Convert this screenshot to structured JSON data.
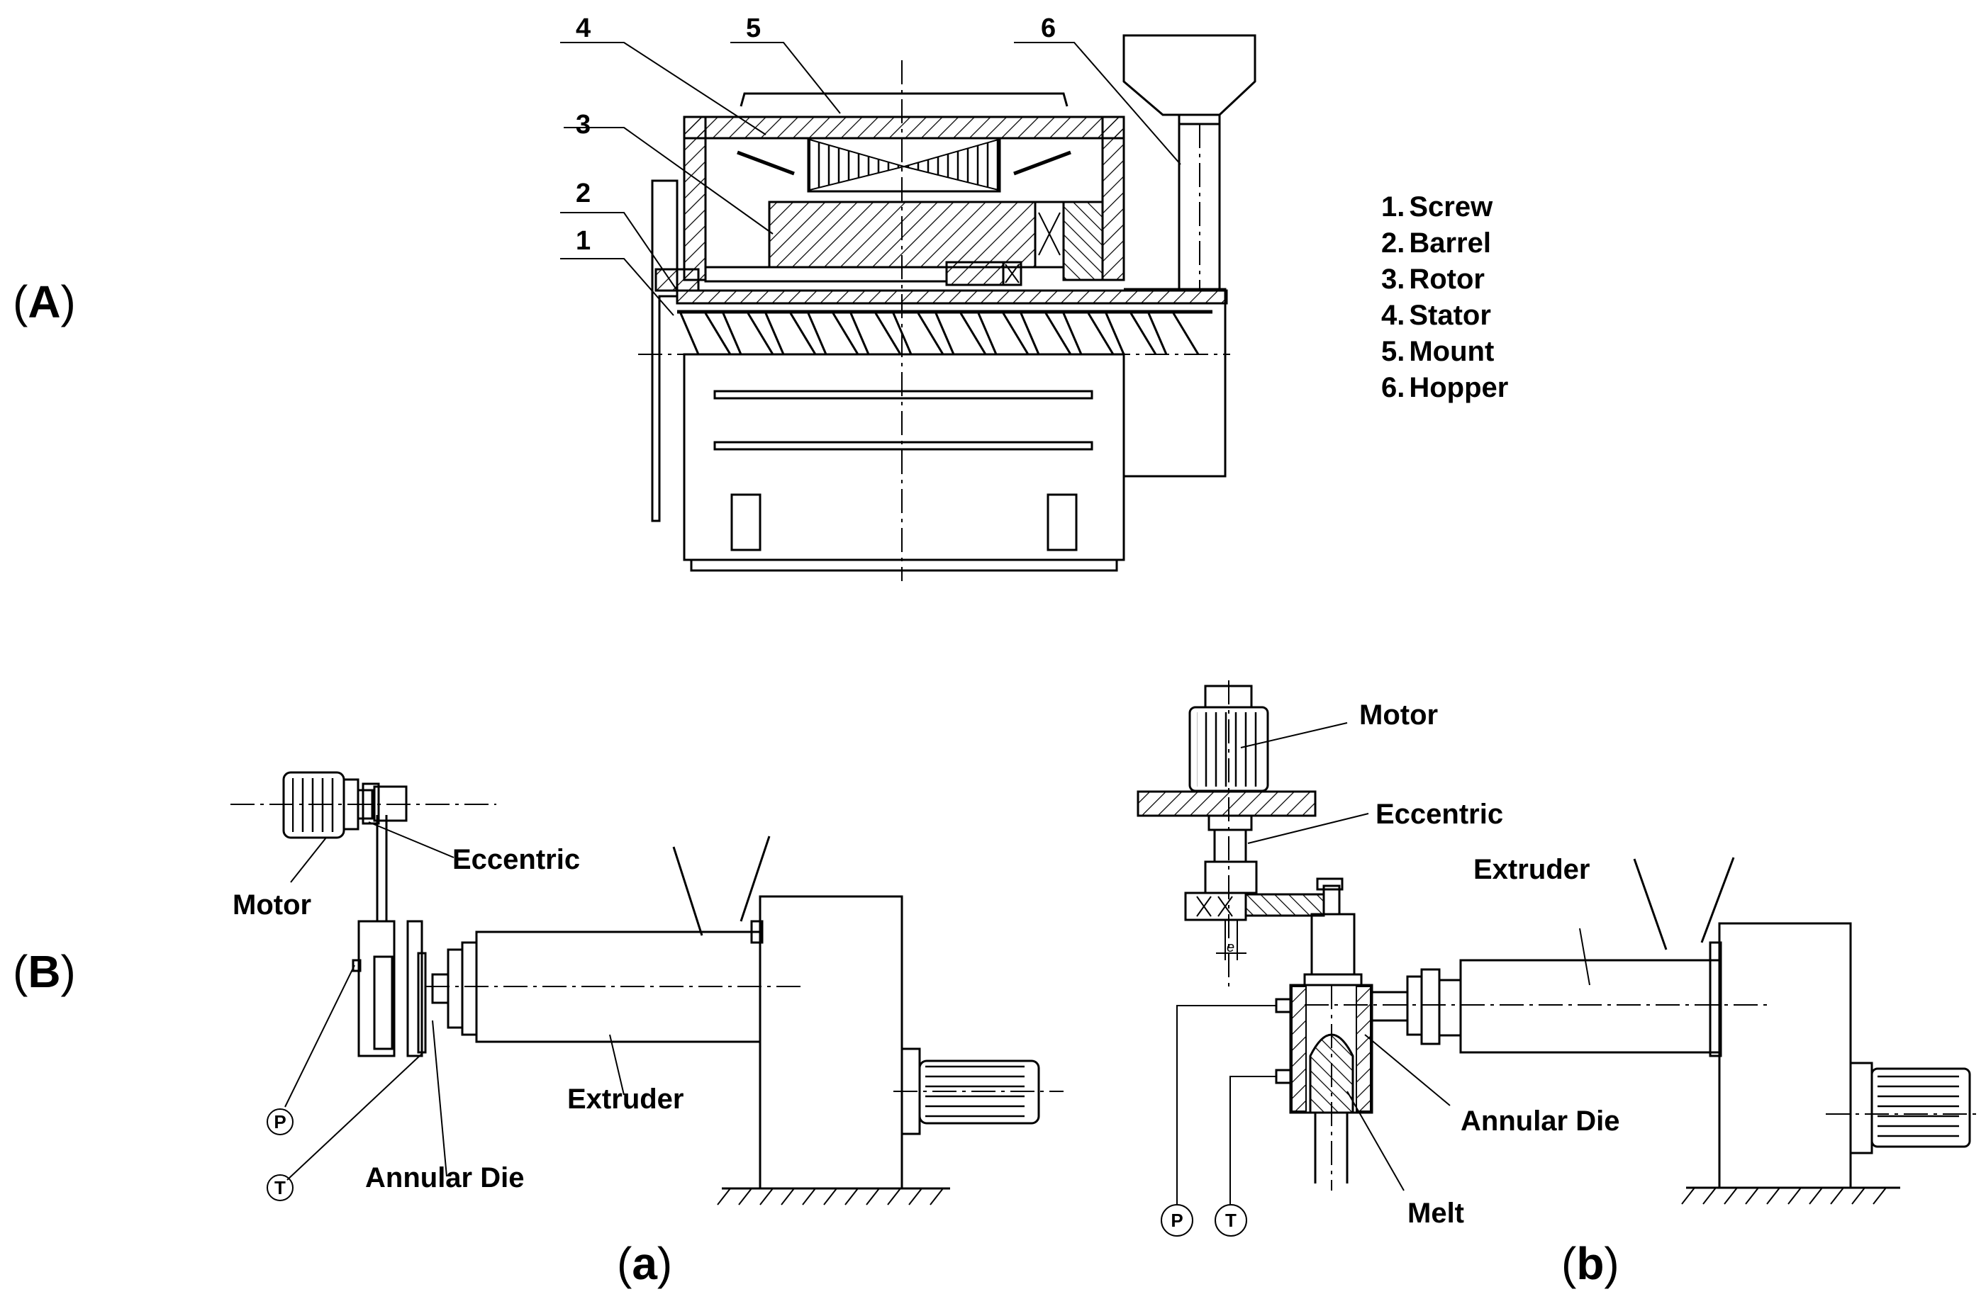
{
  "panels": {
    "A": {
      "label_open": "(",
      "label_letter": "A",
      "label_close": ")",
      "callouts": [
        "1",
        "2",
        "3",
        "4",
        "5",
        "6"
      ],
      "legend": [
        {
          "num": "1.",
          "text": "Screw"
        },
        {
          "num": "2.",
          "text": "Barrel"
        },
        {
          "num": "3.",
          "text": "Rotor"
        },
        {
          "num": "4.",
          "text": "Stator"
        },
        {
          "num": "5.",
          "text": "Mount"
        },
        {
          "num": "6.",
          "text": "Hopper"
        }
      ]
    },
    "B": {
      "label_open": "(",
      "label_letter": "B",
      "label_close": ")",
      "a": {
        "label_open": "(",
        "label_letter": "a",
        "label_close": ")",
        "motor": "Motor",
        "eccentric": "Eccentric",
        "extruder": "Extruder",
        "annular_die": "Annular Die",
        "p": "P",
        "t": "T"
      },
      "b": {
        "label_open": "(",
        "label_letter": "b",
        "label_close": ")",
        "motor": "Motor",
        "eccentric": "Eccentric",
        "extruder": "Extruder",
        "annular_die": "Annular Die",
        "melt": "Melt",
        "e": "e",
        "p": "P",
        "t": "T"
      }
    }
  }
}
